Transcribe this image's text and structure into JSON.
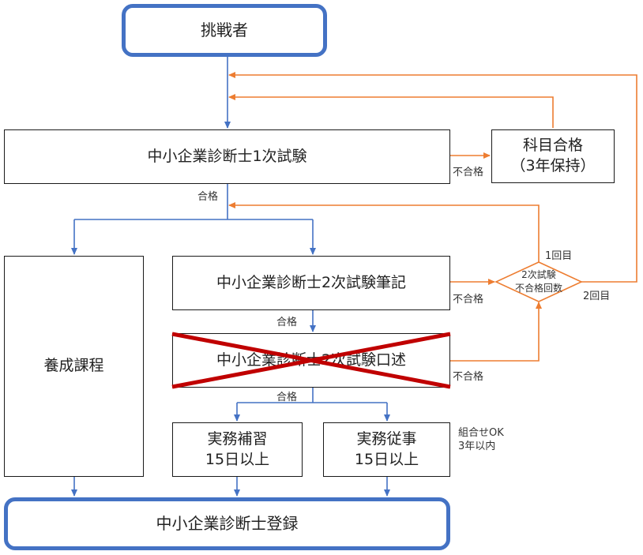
{
  "colors": {
    "blue_arrow": "#4472c4",
    "orange_arrow": "#ed7d31",
    "cross_mark": "#c00000",
    "rounded_border": "#4472c4"
  },
  "nodes": {
    "challenger": "挑戦者",
    "exam1": "中小企業診断士1次試験",
    "subject_pass": "科目合格\n（3年保持）",
    "course": "養成課程",
    "exam2_written": "中小企業診断士2次試験筆記",
    "exam2_oral": "中小企業診断士2次試験口述",
    "practice": "実務補習\n15日以上",
    "work": "実務従事\n15日以上",
    "register": "中小企業診断士登録",
    "fail_count": "2次試験\n不合格回数"
  },
  "labels": {
    "pass_exam1": "合格",
    "fail_exam1": "不合格",
    "pass_written": "合格",
    "fail_written": "不合格",
    "pass_oral": "合格",
    "fail_oral": "不合格",
    "first_time": "1回目",
    "second_time": "2回目",
    "combo_note": "組合せOK\n3年以内"
  }
}
